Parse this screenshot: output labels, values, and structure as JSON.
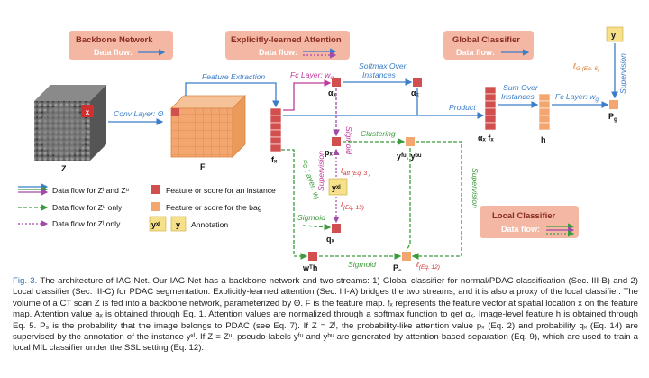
{
  "headers": {
    "backbone": {
      "title": "Backbone Network",
      "flow": "Data flow:"
    },
    "attention": {
      "title": "Explicitly-learned Attention",
      "flow": "Data flow:"
    },
    "global": {
      "title": "Global Classifier",
      "flow": "Data flow:"
    },
    "local": {
      "title": "Local Classifier",
      "flow": "Data flow:"
    }
  },
  "colors": {
    "blue": "#3a7dc9",
    "green": "#3d9b3d",
    "purple": "#a24aa8",
    "cell_red": "#d24f4f",
    "cell_orange": "#f3a66f",
    "header_bg": "#f3b7a4"
  },
  "labels": {
    "z": "Z",
    "f": "F",
    "fx": "fₓ",
    "alpha_x": "αₓ",
    "alpha_x_right": "αₓ",
    "alpha_fx": "αₓ fₓ",
    "h": "h",
    "pg": "P",
    "pg_sub": "g",
    "y": "y",
    "px": "pₓ",
    "qx": "qₓ",
    "wt_h": "wᵀh",
    "wt_sub": "l",
    "pc": "P",
    "pc_sub": "c",
    "yf_yb": "yᶠᵘ, yᵇᵘ",
    "yx_box": "yˣˡ"
  },
  "edge_labels": {
    "conv": "Conv Layer: Θ",
    "feature_extraction": "Feature Extraction",
    "fc_w_alpha": "Fc Layer: w",
    "fc_w_alpha_sub": "α",
    "softmax": "Softmax Over",
    "softmax2": "Instances",
    "product": "Product",
    "sum_over": "Sum Over",
    "sum_over2": "Instances",
    "fc_wg": "Fc Layer: w",
    "fc_wg_sub": "g",
    "lg": "ℓ",
    "lg_rest": "G (Eq. 6)",
    "supervision_top": "Supervision",
    "sigmoid_v": "Sigmoid",
    "clustering": "Clustering",
    "latt": "ℓ",
    "latt_rest": "att (Eq. 3 )",
    "supervision_mid": "Supervision",
    "l15": "ℓ",
    "l15_rest": "(Eq. 15)",
    "fc_wl": "Fc Layer: w",
    "fc_wl_sub": "l",
    "sigmoid_left": "Sigmoid",
    "sigmoid_bottom": "Sigmoid",
    "lc": "ℓ",
    "lc_rest": "(Eq. 12)",
    "supervision_right": "Supervision"
  },
  "legend": {
    "flow_both": "Data flow for Zˡ and Zᵘ",
    "flow_u": "Data flow for Zᵘ only",
    "flow_l": "Data flow for Zˡ only",
    "instance": "Feature or score for an instance",
    "bag": "Feature or score for the bag",
    "annotation": "Annotation",
    "annot_y1": "yˣˡ",
    "annot_y2": "y"
  },
  "caption": {
    "fig": "Fig. 3.",
    "text": "The architecture of IAG-Net. Our IAG-Net has a backbone network and two streams: 1) Global classifier for normal/PDAC classification (Sec. III-B) and 2) Local classifier (Sec. III-C) for PDAC segmentation. Explicitly-learned attention (Sec. III-A) bridges the two streams, and it is also a proxy of the local classifier. The volume of a CT scan Z is fed into a backbone network, parameterized by Θ. F is the feature map. fₓ represents the feature vector at spatial location x on the feature map. Attention value aₓ is obtained through Eq. 1. Attention values are normalized through a softmax function to get αₓ. Image-level feature h is obtained through Eq. 5. P₉ is the probability that the image belongs to PDAC (see Eq. 7). If Z = Zˡ, the probability-like attention value pₓ (Eq. 2) and probability qₓ (Eq. 14) are supervised by the annotation of the instance yˣˡ. If Z = Zᵘ, pseudo-labels yᶠᵘ and yᵇᵘ are generated by attention-based separation (Eq. 9), which are used to train a local MIL classifier under the SSL setting (Eq. 12)."
  }
}
